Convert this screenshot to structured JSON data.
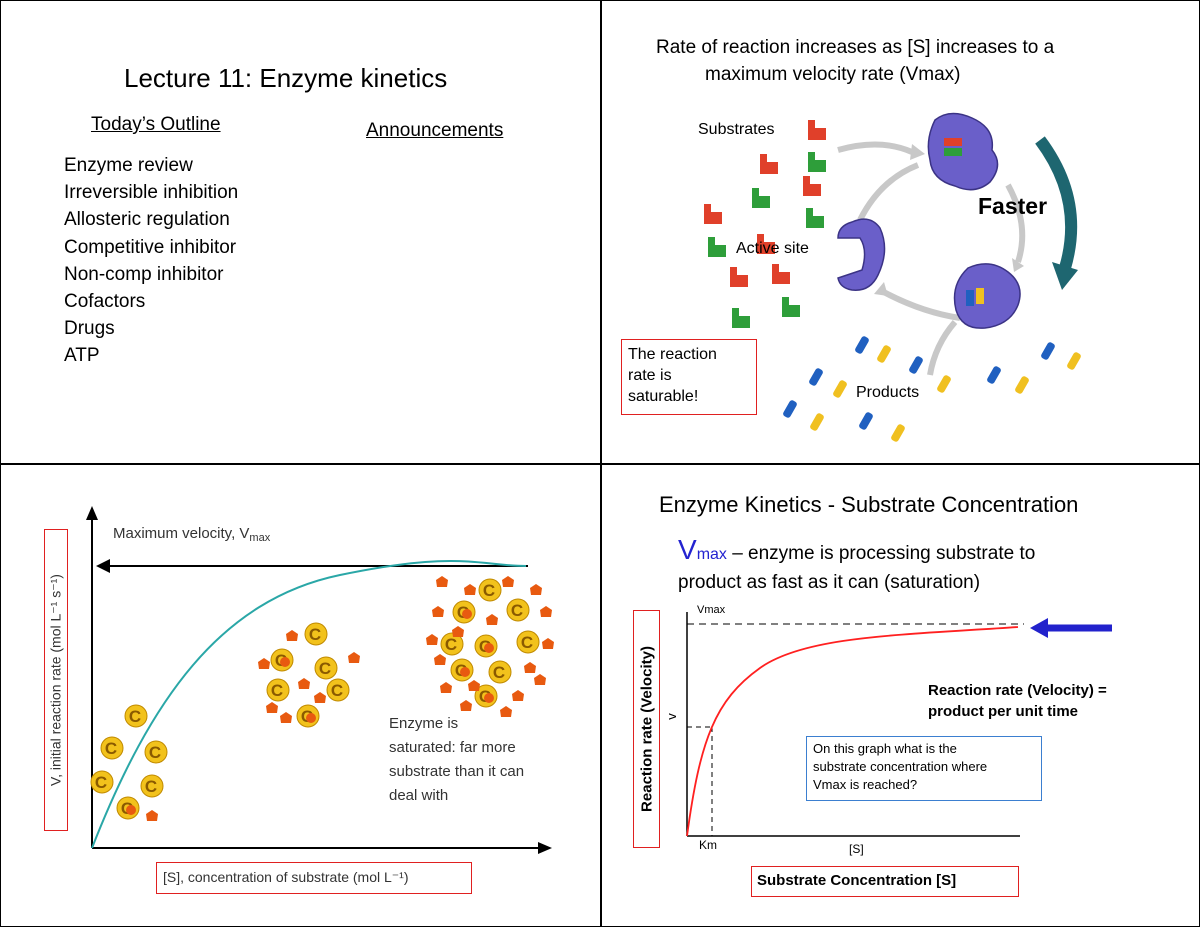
{
  "slide1": {
    "title": "Lecture 11: Enzyme kinetics",
    "outline_heading": "Today’s Outline",
    "announcements_heading": "Announcements",
    "outline_items": [
      "Enzyme review",
      "Irreversible inhibition",
      "Allosteric regulation",
      "Competitive inhibitor",
      "Non-comp inhibitor",
      "Cofactors",
      "Drugs",
      "ATP"
    ]
  },
  "slide2": {
    "title_line1": "Rate of reaction increases as [S] increases to a",
    "title_line2": "maximum velocity rate (Vmax)",
    "label_substrates": "Substrates",
    "label_active_site": "Active site",
    "label_faster": "Faster",
    "label_products": "Products",
    "callout_lines": [
      "The reaction",
      "rate is",
      "saturable!"
    ],
    "colors": {
      "enzyme": "#6a5fc9",
      "substrate_red": "#e0402a",
      "substrate_green": "#2e9e3a",
      "product_blue": "#2060c0",
      "product_yellow": "#f0c020",
      "arrow_teal": "#1e6670",
      "arrow_gray": "#c8c8c8"
    }
  },
  "slide3": {
    "vmax_text": "Maximum velocity, V",
    "vmax_sub": "max",
    "y_axis_label": "V, initial reaction rate (mol L⁻¹ s⁻¹)",
    "x_axis_label": "[S], concentration of substrate (mol L⁻¹)",
    "enzyme_glyph": "C",
    "saturated_lines": [
      "Enzyme is",
      "saturated: far more",
      "substrate than it can",
      "deal with"
    ],
    "colors": {
      "curve": "#2aa7a7",
      "enzyme": "#f2c21c",
      "substrate": "#e85a10"
    }
  },
  "slide4": {
    "title": "Enzyme Kinetics - Substrate Concentration",
    "vmax_symbol": "V",
    "vmax_symbol_sub": "max",
    "vmax_desc_line1": " – enzyme is processing substrate to",
    "vmax_desc_line2": "product as fast as it can (saturation)",
    "graph_vmax_label": "Vmax",
    "graph_v_label": "v",
    "graph_km_label": "Km",
    "graph_s_label": "[S]",
    "y_axis_label": "Reaction rate (Velocity)",
    "x_axis_label": "Substrate Concentration [S]",
    "rate_def_line1": "Reaction rate (Velocity) =",
    "rate_def_line2": "product per unit time",
    "question_lines": [
      "On this graph what is the",
      "substrate concentration where",
      "Vmax is reached?"
    ],
    "colors": {
      "curve": "#ff2020",
      "vmax_symbol": "#2323d0",
      "arrow": "#2222cc",
      "callout_border": "#3b7fd0"
    }
  }
}
